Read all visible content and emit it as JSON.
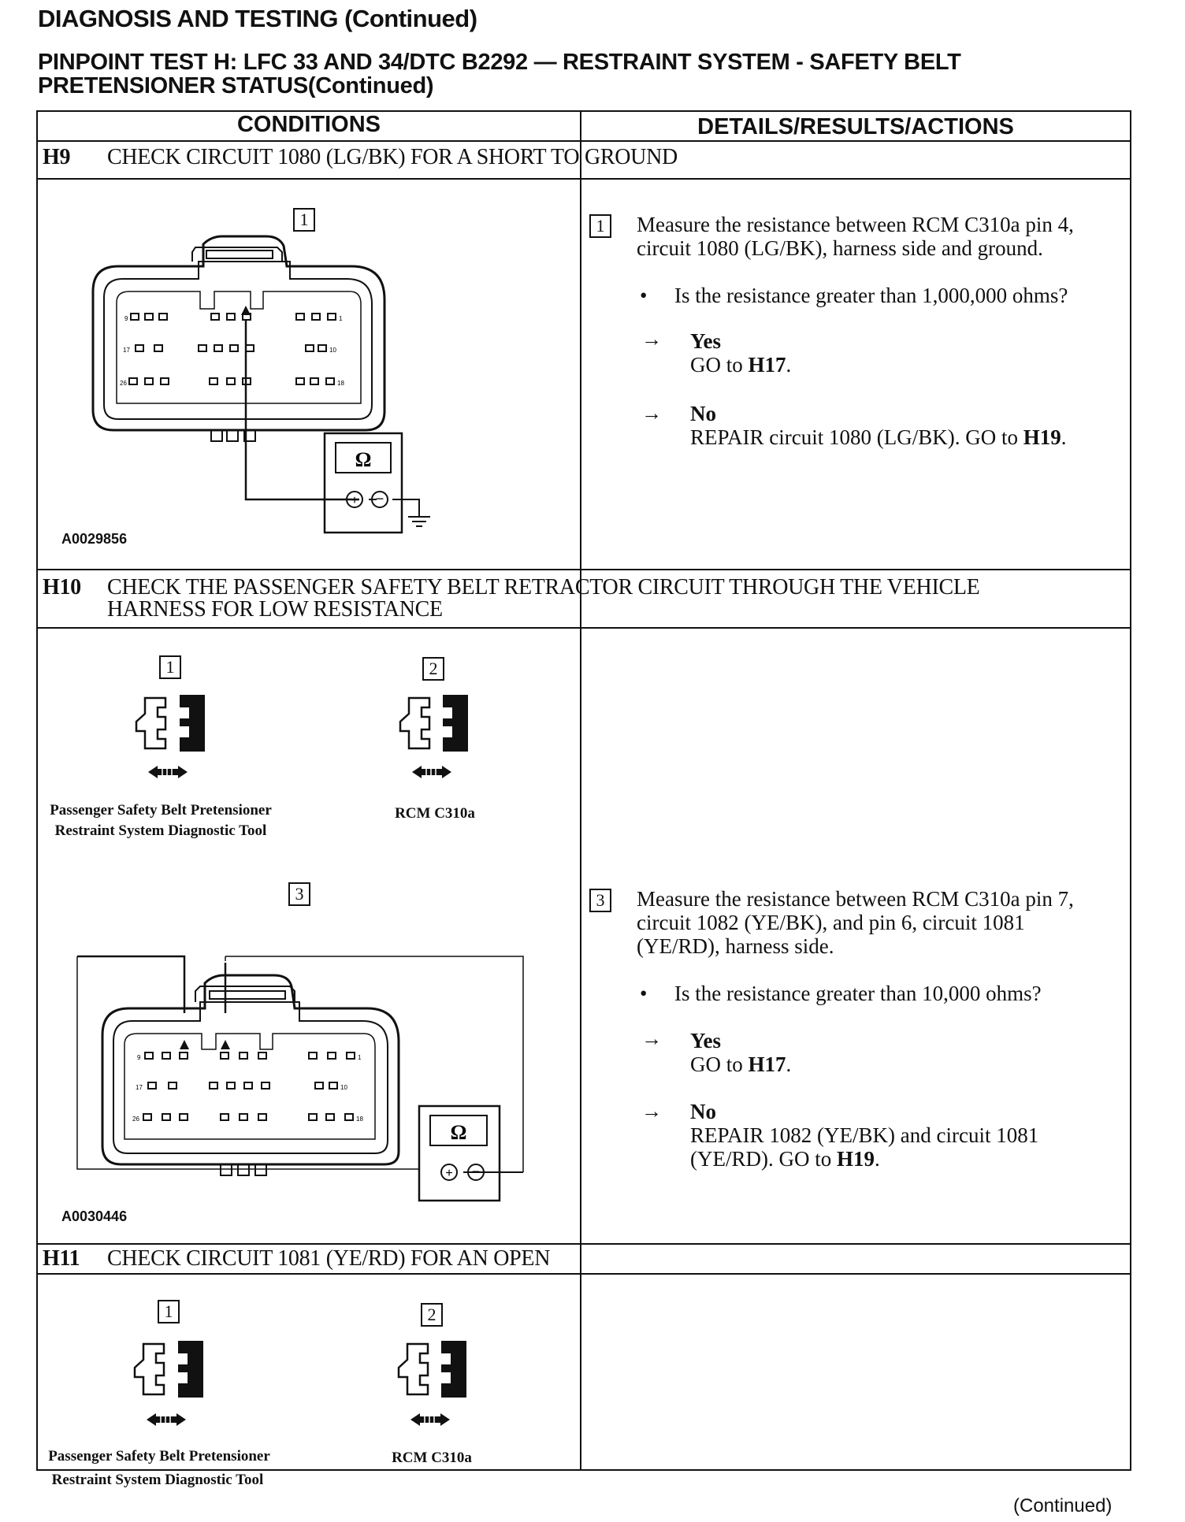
{
  "header": {
    "title": "DIAGNOSIS AND TESTING (Continued)",
    "subtitle_line1": "PINPOINT TEST H:  LFC 33 AND 34/DTC B2292 — RESTRAINT SYSTEM - SAFETY BELT",
    "subtitle_line2": "PRETENSIONER STATUS(Continued)"
  },
  "columns": {
    "conditions": "CONDITIONS",
    "details": "DETAILS/RESULTS/ACTIONS"
  },
  "steps": [
    {
      "id": "H9",
      "title": "CHECK CIRCUIT 1080 (LG/BK) FOR A SHORT TO GROUND",
      "figure_id": "A0029856",
      "meter_symbol": "Ω",
      "substep": "1",
      "instruction": "Measure the resistance between RCM C310a pin 4, circuit 1080 (LG/BK), harness side and ground.",
      "question": "Is the resistance greater than 1,000,000 ohms?",
      "yes_label": "Yes",
      "yes_action_prefix": "GO to ",
      "yes_target": "H17",
      "yes_suffix": ".",
      "no_label": "No",
      "no_action_prefix": "REPAIR circuit 1080 (LG/BK). GO to ",
      "no_target": "H19",
      "no_suffix": "."
    },
    {
      "id": "H10",
      "title_line1": "CHECK THE PASSENGER SAFETY BELT RETRACTOR CIRCUIT THROUGH THE VEHICLE",
      "title_line2": "HARNESS FOR LOW RESISTANCE",
      "box1": "1",
      "box2": "2",
      "box3": "3",
      "caption1_line1": "Passenger Safety Belt Pretensioner",
      "caption1_line2": "Restraint System Diagnostic Tool",
      "caption2": "RCM C310a",
      "figure_id": "A0030446",
      "meter_symbol": "Ω",
      "substep": "3",
      "instruction": "Measure the resistance between RCM C310a pin 7, circuit 1082 (YE/BK), and pin 6, circuit 1081 (YE/RD), harness side.",
      "question": "Is the resistance greater than 10,000 ohms?",
      "yes_label": "Yes",
      "yes_action_prefix": "GO to ",
      "yes_target": "H17",
      "yes_suffix": ".",
      "no_label": "No",
      "no_action_line1": "REPAIR 1082 (YE/BK) and circuit 1081",
      "no_action_prefix": "(YE/RD). GO to ",
      "no_target": "H19",
      "no_suffix": "."
    },
    {
      "id": "H11",
      "title": "CHECK CIRCUIT 1081 (YE/RD) FOR AN OPEN",
      "box1": "1",
      "box2": "2",
      "caption1_line1": "Passenger Safety Belt Pretensioner",
      "caption1_line2": "Restraint System Diagnostic Tool",
      "caption2": "RCM C310a"
    }
  ],
  "pin_labels": {
    "top_left": "9",
    "top_right": "1",
    "mid_left": "17",
    "mid_right": "10",
    "bot_left": "26",
    "bot_right": "18"
  },
  "footer": {
    "continued": "(Continued)"
  }
}
